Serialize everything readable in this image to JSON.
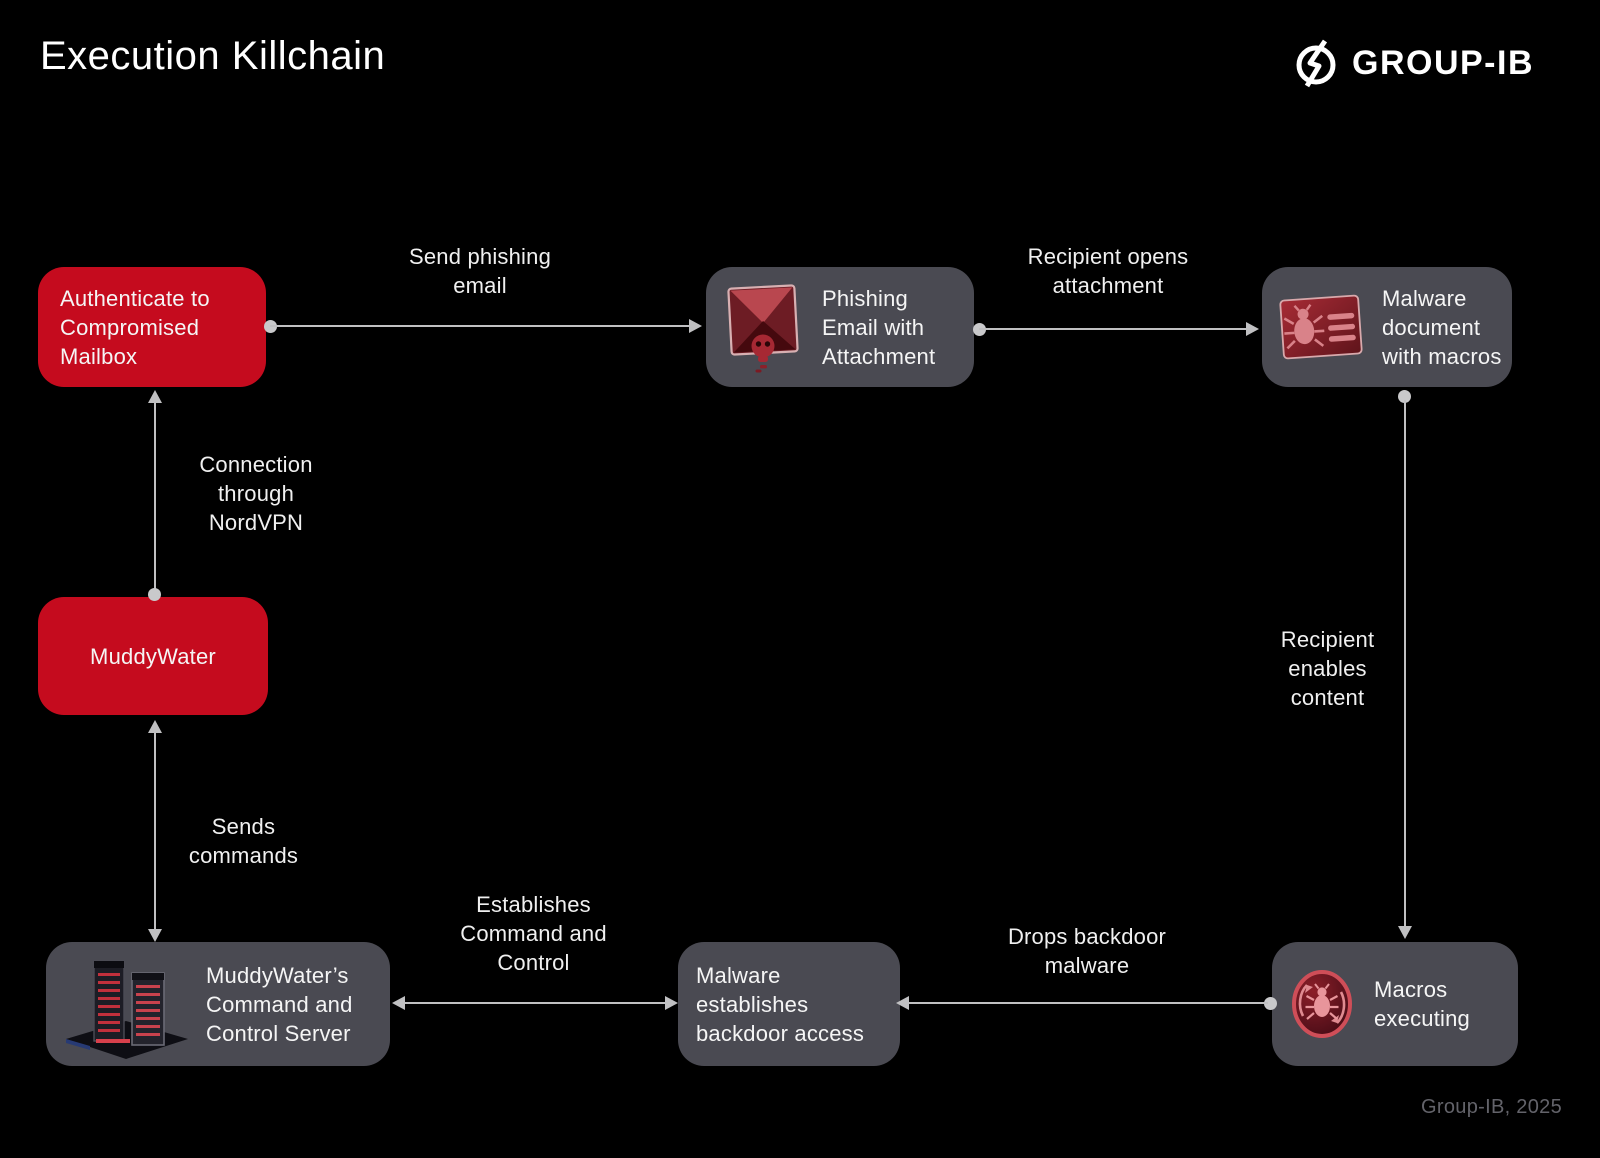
{
  "header": {
    "title": "Execution Killchain",
    "brand": "GROUP-IB"
  },
  "colors": {
    "bg": "#000000",
    "node_red": "#c50b1e",
    "node_gray": "#4a4a52",
    "arrow": "#c0c0c2",
    "text": "#f5f5f5",
    "credit": "#63636a"
  },
  "nodes": {
    "authenticate": {
      "label": "Authenticate to Compromised Mailbox",
      "type": "red"
    },
    "phishing_email": {
      "label": "Phishing Email with Attachment",
      "type": "gray",
      "icon": "phishing-email-icon"
    },
    "malware_document": {
      "label": "Malware document with macros",
      "type": "gray",
      "icon": "malware-document-icon"
    },
    "muddywater": {
      "label": "MuddyWater",
      "type": "red"
    },
    "c2_server": {
      "label": "MuddyWater’s Command and Control Server",
      "type": "gray",
      "icon": "server-towers-icon"
    },
    "backdoor": {
      "label": "Malware establishes backdoor access",
      "type": "gray"
    },
    "macros": {
      "label": "Macros executing",
      "type": "gray",
      "icon": "macros-bug-icon"
    }
  },
  "edges": {
    "send_phishing": {
      "label": "Send phishing email",
      "from": "authenticate",
      "to": "phishing_email"
    },
    "recipient_opens": {
      "label": "Recipient opens attachment",
      "from": "phishing_email",
      "to": "malware_document"
    },
    "recipient_enables": {
      "label": "Recipient enables content",
      "from": "malware_document",
      "to": "macros"
    },
    "drops_backdoor": {
      "label": "Drops backdoor malware",
      "from": "macros",
      "to": "backdoor"
    },
    "establishes_cc": {
      "label": "Establishes Command and Control",
      "from": "backdoor",
      "to": "c2_server"
    },
    "sends_commands": {
      "label": "Sends commands",
      "from": "c2_server",
      "to": "muddywater"
    },
    "connection_nordvpn": {
      "label": "Connection through NordVPN",
      "from": "muddywater",
      "to": "authenticate"
    }
  },
  "footer": {
    "credit": "Group-IB, 2025"
  }
}
